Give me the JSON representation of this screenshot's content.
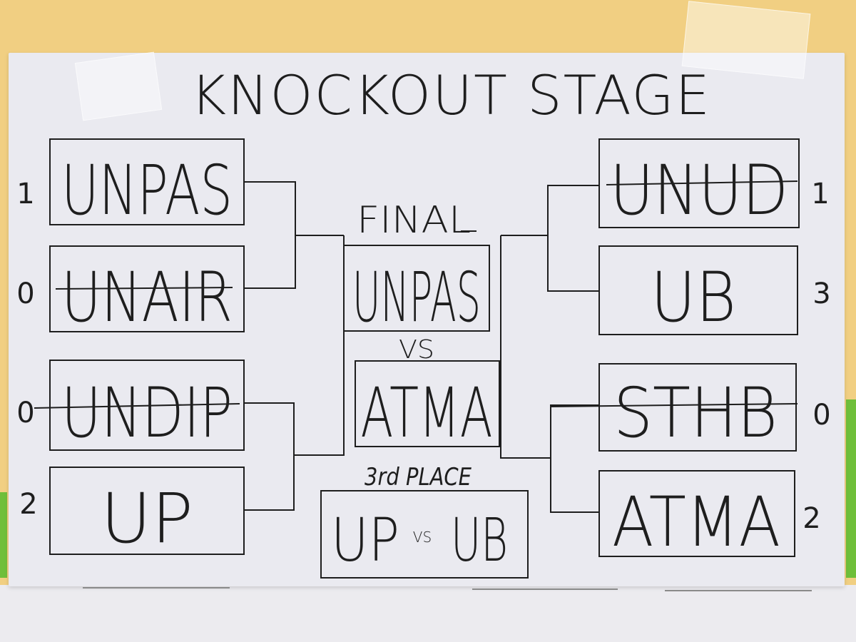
{
  "title": "KNOCKOUT STAGE",
  "final_label": "FINAL",
  "vs_label": "VS",
  "third_place_label": "3rd PLACE",
  "left_bracket": [
    {
      "team": "UNPAS",
      "score": "1",
      "eliminated": false
    },
    {
      "team": "UNAIR",
      "score": "0",
      "eliminated": true
    },
    {
      "team": "UNDIP",
      "score": "0",
      "eliminated": true
    },
    {
      "team": "UP",
      "score": "2",
      "eliminated": false
    }
  ],
  "right_bracket": [
    {
      "team": "UNUD",
      "score": "1",
      "eliminated": true
    },
    {
      "team": "UB",
      "score": "3",
      "eliminated": false
    },
    {
      "team": "STHB",
      "score": "0",
      "eliminated": true
    },
    {
      "team": "ATMA",
      "score": "2",
      "eliminated": false
    }
  ],
  "final": {
    "team_a": "UNPAS",
    "team_b": "ATMA"
  },
  "third_place": {
    "team_a": "UP",
    "vs": "VS",
    "team_b": "UB"
  },
  "colors": {
    "ink": "#1e1e1e",
    "paper": "#eaeaf0",
    "wall": "#f1cf82",
    "accent_green": "#6fbf3a"
  }
}
